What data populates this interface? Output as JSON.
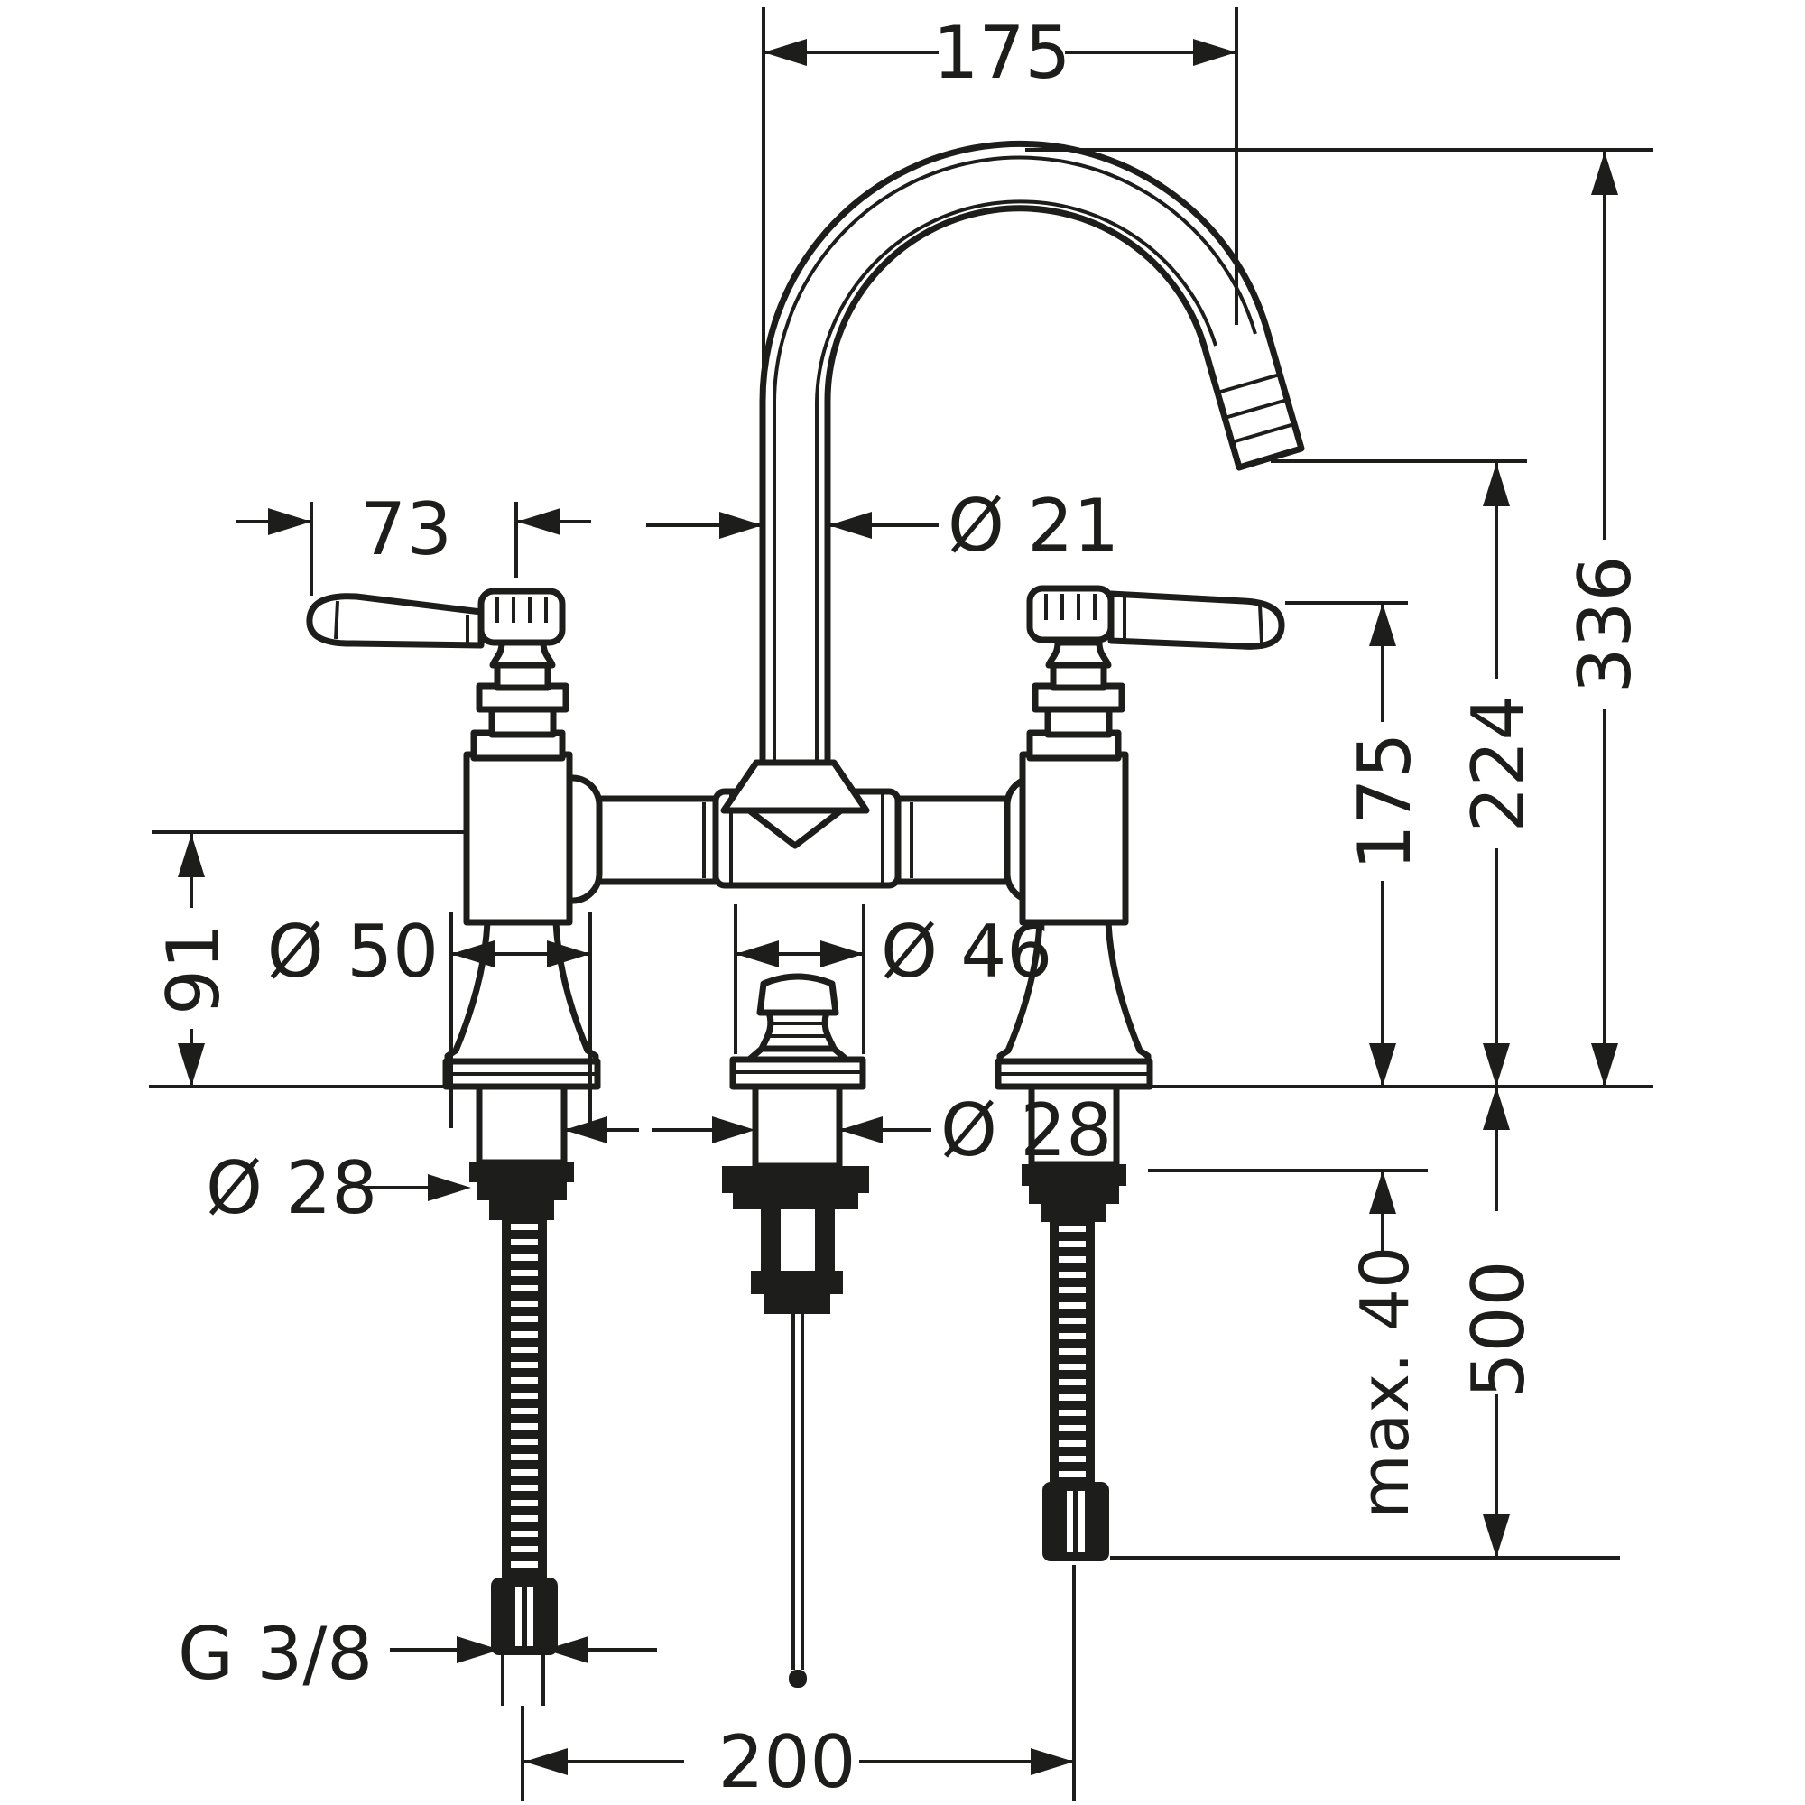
{
  "drawing": {
    "type": "technical-dimension-drawing",
    "subject": "two-handle bridge basin mixer with high arc spout and pop-up waste",
    "units": "mm"
  },
  "colors": {
    "line": "#1d1d1b",
    "background": "#ffffff"
  },
  "dimensions": {
    "top_reach": "175",
    "spout_pipe_diameter": "Ø 21",
    "handle_projection": "73",
    "overall_height": "336",
    "outlet_height": "224",
    "handle_height": "175",
    "body_height": "91",
    "escutcheon_diameter": "Ø 50",
    "popup_flange_diameter": "Ø 46",
    "shank_diameter_left": "Ø 28",
    "shank_diameter_center": "Ø 28",
    "max_mounting_thickness": "max. 40",
    "hose_length": "500",
    "connection_thread": "G 3/8",
    "valve_spacing": "200"
  }
}
